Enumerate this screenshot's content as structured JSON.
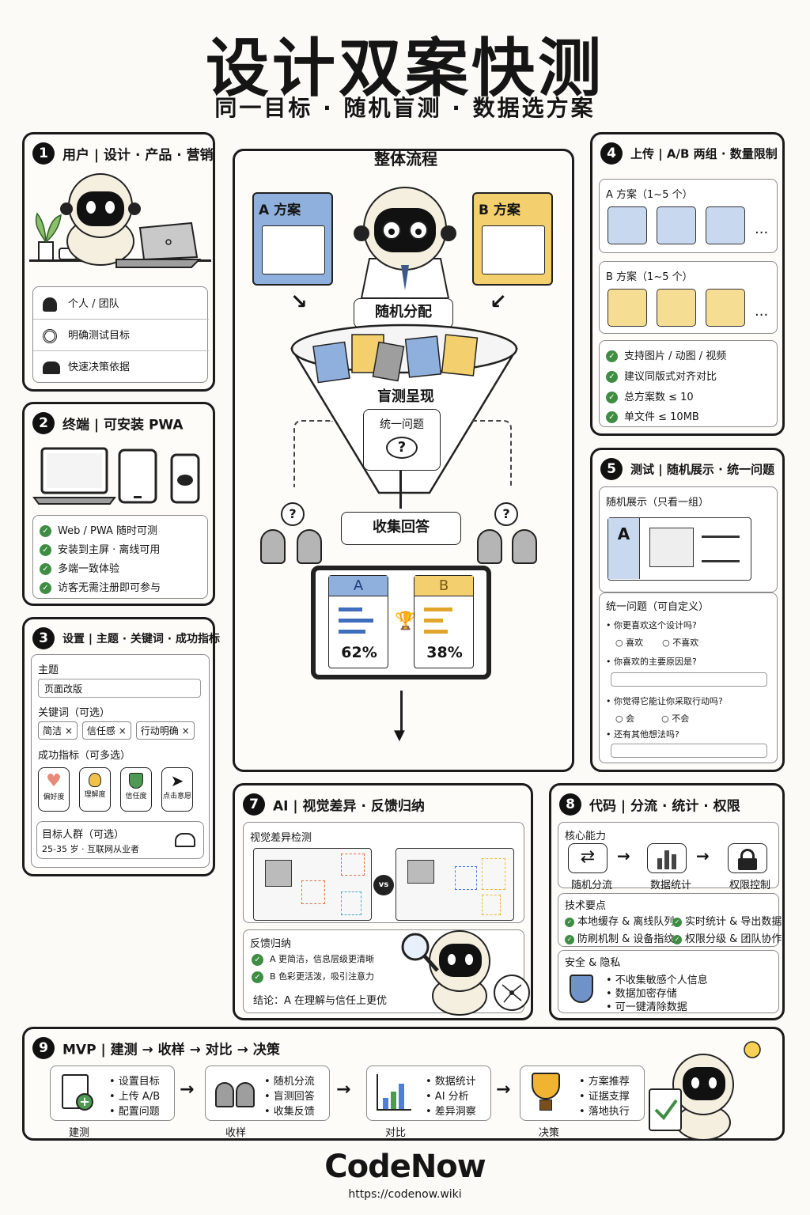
{
  "header": {
    "title": "设计双案快测",
    "subtitle": "同一目标 · 随机盲测 · 数据选方案"
  },
  "p1": {
    "num": "1",
    "title": "用户 | 设计 · 产品 · 营销",
    "items": [
      {
        "icon": "user-icon",
        "label": "个人 / 团队"
      },
      {
        "icon": "target-icon",
        "label": "明确测试目标"
      },
      {
        "icon": "users-icon",
        "label": "快速决策依据"
      }
    ]
  },
  "p2": {
    "num": "2",
    "title": "终端 | 可安装 PWA",
    "items": [
      "Web / PWA 随时可测",
      "安装到主屏 · 离线可用",
      "多端一致体验",
      "访客无需注册即可参与"
    ]
  },
  "p3": {
    "num": "3",
    "title": "设置 | 主题 · 关键词 · 成功指标",
    "topic_label": "主题",
    "topic_value": "页面改版",
    "keywords_label": "关键词（可选）",
    "keywords": [
      "简洁 ×",
      "信任感 ×",
      "行动明确 ×"
    ],
    "metrics_label": "成功指标（可多选）",
    "metrics": [
      {
        "icon": "heart-icon",
        "label": "偏好度",
        "color": "#e88a7a"
      },
      {
        "icon": "bulb-icon",
        "label": "理解度",
        "color": "#f0c24a"
      },
      {
        "icon": "shield-icon",
        "label": "信任度",
        "color": "#4f9a52"
      },
      {
        "icon": "cursor-icon",
        "label": "点击意愿",
        "color": "#222"
      }
    ],
    "audience_label": "目标人群（可选）",
    "audience_value": "25-35 岁 · 互联网从业者"
  },
  "flow": {
    "title": "整体流程",
    "a_label": "A 方案",
    "b_label": "B 方案",
    "assign": "随机分配",
    "blind": "盲测呈现",
    "unified_q": "统一问题",
    "collect": "收集回答",
    "result_a": {
      "label": "A",
      "value": "62%"
    },
    "result_b": {
      "label": "B",
      "value": "38%"
    },
    "colors": {
      "a": "#8fb0dc",
      "b": "#f3cf6d"
    }
  },
  "p4": {
    "num": "4",
    "title": "上传 | A/B 两组 · 数量限制",
    "a_label": "A 方案（1~5 个）",
    "b_label": "B 方案（1~5 个）",
    "more": "...",
    "rules": [
      "支持图片 / 动图 / 视频",
      "建议同版式对齐对比",
      "总方案数 ≤ 10",
      "单文件 ≤ 10MB"
    ]
  },
  "p5": {
    "num": "5",
    "title": "测试 | 随机展示 · 统一问题",
    "random_label": "随机展示（只看一组）",
    "group": "A",
    "q_label": "统一问题（可自定义）",
    "q1": "• 你更喜欢这个设计吗?",
    "q1_opts": [
      "○ 喜欢",
      "○ 不喜欢"
    ],
    "q2": "• 你喜欢的主要原因是?",
    "q3": "• 你觉得它能让你采取行动吗?",
    "q3_opts": [
      "○ 会",
      "○ 不会"
    ],
    "q4": "• 还有其他想法吗?"
  },
  "p7": {
    "num": "7",
    "title": "AI | 视觉差异 · 反馈归纳",
    "diff_label": "视觉差异检测",
    "vs": "vs",
    "feedback_label": "反馈归纳",
    "feedback": [
      "A 更简洁，信息层级更清晰",
      "B 色彩更活泼，吸引注意力"
    ],
    "conclusion": "结论：A 在理解与信任上更优"
  },
  "p8": {
    "num": "8",
    "title": "代码 | 分流 · 统计 · 权限",
    "core_label": "核心能力",
    "core": [
      {
        "icon": "shuffle-icon",
        "label": "随机分流"
      },
      {
        "icon": "bar-chart-icon",
        "label": "数据统计"
      },
      {
        "icon": "lock-icon",
        "label": "权限控制"
      }
    ],
    "tech_label": "技术要点",
    "tech": [
      "本地缓存 & 离线队列",
      "实时统计 & 导出数据",
      "防刷机制 & 设备指纹",
      "权限分级 & 团队协作"
    ],
    "privacy_label": "安全 & 隐私",
    "privacy": [
      "• 不收集敏感个人信息",
      "• 数据加密存储",
      "• 可一键清除数据"
    ]
  },
  "p9": {
    "num": "9",
    "title": "MVP | 建测 → 收样 → 对比 → 决策",
    "steps": [
      {
        "label": "建测",
        "icon": "doc-add-icon",
        "bullets": [
          "• 设置目标",
          "• 上传 A/B",
          "• 配置问题"
        ]
      },
      {
        "label": "收样",
        "icon": "people-icon",
        "bullets": [
          "• 随机分流",
          "• 盲测回答",
          "• 收集反馈"
        ]
      },
      {
        "label": "对比",
        "icon": "chart-icon",
        "bullets": [
          "• 数据统计",
          "• AI 分析",
          "• 差异洞察"
        ]
      },
      {
        "label": "决策",
        "icon": "trophy-icon",
        "bullets": [
          "• 方案推荐",
          "• 证据支撑",
          "• 落地执行"
        ]
      }
    ]
  },
  "footer": {
    "brand": "CodeNow",
    "url": "https://codenow.wiki"
  }
}
